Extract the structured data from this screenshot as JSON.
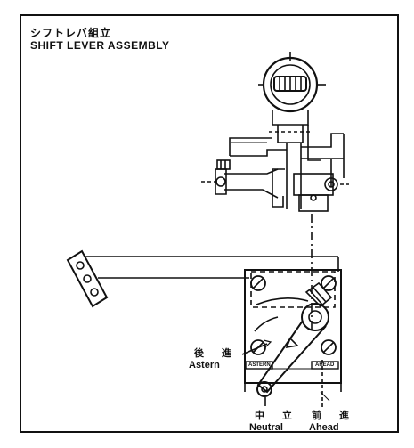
{
  "title": {
    "jp": "シフトレバ組立",
    "en": "SHIFT LEVER ASSEMBLY"
  },
  "labels": {
    "astern_jp": "後 進",
    "astern_en": "Astern",
    "neutral_jp": "中 立",
    "neutral_en": "Neutral",
    "ahead_jp": "前 進",
    "ahead_en": "Ahead",
    "plate_astern": "ASTERN",
    "plate_ahead": "AHEAD"
  },
  "colors": {
    "ink": "#111111",
    "paper": "#ffffff"
  }
}
